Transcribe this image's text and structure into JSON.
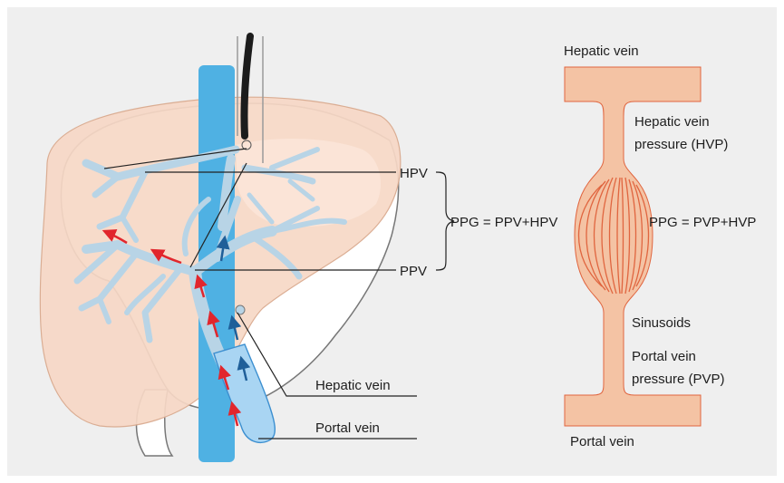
{
  "labels": {
    "hpv": "HPV",
    "ppv": "PPV",
    "ppg_left": "PPG = PPV+HPV",
    "hepatic_vein": "Hepatic vein",
    "portal_vein": "Portal vein"
  },
  "schematic": {
    "top_label": "Hepatic vein",
    "hvp_line1": "Hepatic vein",
    "hvp_line2": "pressure (HVP)",
    "ppg_right": "PPG = PVP+HVP",
    "sinusoids": "Sinusoids",
    "pvp_line1": "Portal vein",
    "pvp_line2": "pressure (PVP)",
    "bottom_label": "Portal vein"
  },
  "colors": {
    "background": "#efefef",
    "liver_fill": "#f7d8c6",
    "vena_cava": "#4fb1e3",
    "vessel_tree": "#b8d4e6",
    "portal_vein": "#a9d5f3",
    "flow_arrow_red": "#e1262d",
    "flow_arrow_blue": "#1f5f99",
    "schematic_fill": "#f4c3a4",
    "sinusoid_lines": "#e0653f"
  }
}
